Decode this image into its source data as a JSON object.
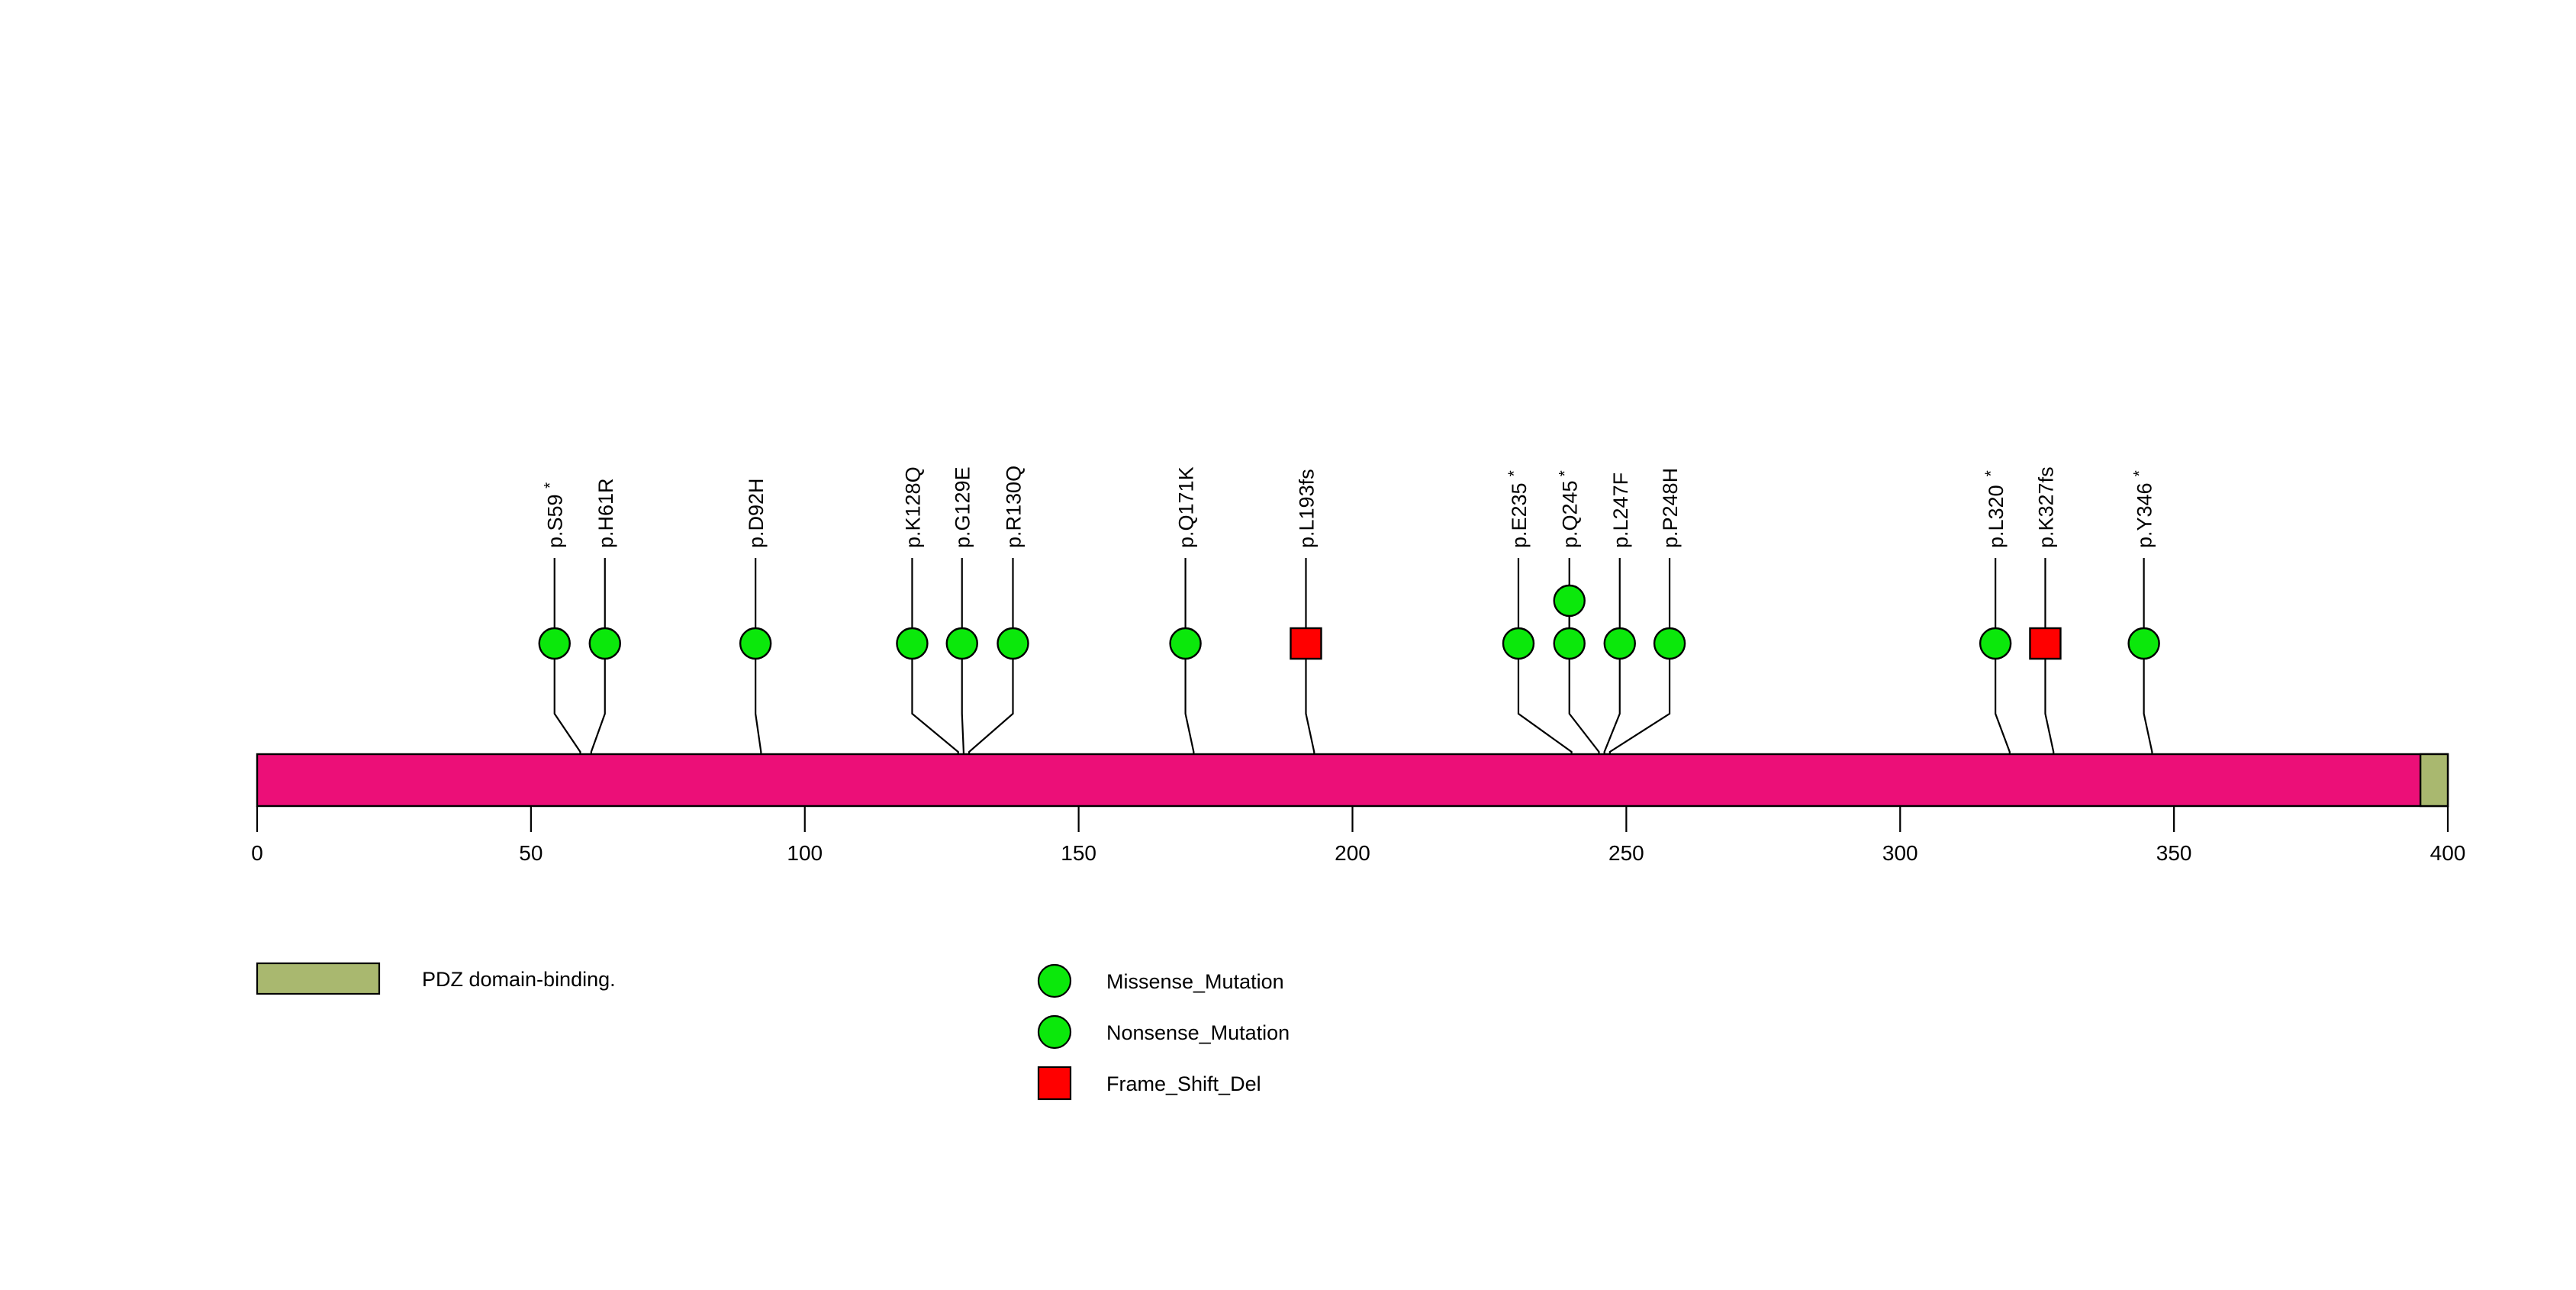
{
  "chart_data": {
    "type": "lollipop",
    "title": "",
    "xlabel": "",
    "ylabel": "",
    "xlim": [
      0,
      400
    ],
    "axis_ticks": [
      {
        "value": 0,
        "label": "0"
      },
      {
        "value": 50,
        "label": "50"
      },
      {
        "value": 100,
        "label": "100"
      },
      {
        "value": 150,
        "label": "150"
      },
      {
        "value": 200,
        "label": "200"
      },
      {
        "value": 250,
        "label": "250"
      },
      {
        "value": 300,
        "label": "300"
      },
      {
        "value": 350,
        "label": "350"
      },
      {
        "value": 400,
        "label": "400"
      }
    ],
    "protein": {
      "length": 400,
      "backbone_color": "#EC0F78",
      "border_color": "#000000"
    },
    "domains": [
      {
        "name": "PDZ domain-binding.",
        "start": 395,
        "end": 400,
        "color": "#A9B86F"
      }
    ],
    "mutation_types": [
      {
        "name": "Missense_Mutation",
        "shape": "circle",
        "color": "#0BE80B"
      },
      {
        "name": "Nonsense_Mutation",
        "shape": "circle",
        "color": "#0BE80B"
      },
      {
        "name": "Frame_Shift_Del",
        "shape": "square",
        "color": "#FF0000"
      }
    ],
    "mutations": [
      {
        "label": "p.S59",
        "star": true,
        "position": 59,
        "label_position": 54.3,
        "count": 1,
        "type": "Nonsense_Mutation",
        "shape": "circle",
        "color": "#0BE80B"
      },
      {
        "label": "p.H61R",
        "star": false,
        "position": 61,
        "label_position": 63.5,
        "count": 1,
        "type": "Missense_Mutation",
        "shape": "circle",
        "color": "#0BE80B"
      },
      {
        "label": "p.D92H",
        "star": false,
        "position": 92,
        "label_position": 91.0,
        "count": 1,
        "type": "Missense_Mutation",
        "shape": "circle",
        "color": "#0BE80B"
      },
      {
        "label": "p.K128Q",
        "star": false,
        "position": 128,
        "label_position": 119.6,
        "count": 1,
        "type": "Missense_Mutation",
        "shape": "circle",
        "color": "#0BE80B"
      },
      {
        "label": "p.G129E",
        "star": false,
        "position": 129,
        "label_position": 128.7,
        "count": 1,
        "type": "Missense_Mutation",
        "shape": "circle",
        "color": "#0BE80B"
      },
      {
        "label": "p.R130Q",
        "star": false,
        "position": 130,
        "label_position": 138.0,
        "count": 1,
        "type": "Missense_Mutation",
        "shape": "circle",
        "color": "#0BE80B"
      },
      {
        "label": "p.Q171K",
        "star": false,
        "position": 171,
        "label_position": 169.5,
        "count": 1,
        "type": "Missense_Mutation",
        "shape": "circle",
        "color": "#0BE80B"
      },
      {
        "label": "p.L193fs",
        "star": false,
        "position": 193,
        "label_position": 191.5,
        "count": 1,
        "type": "Frame_Shift_Del",
        "shape": "square",
        "color": "#FF0000"
      },
      {
        "label": "p.E235",
        "star": true,
        "position": 240,
        "label_position": 230.3,
        "count": 1,
        "type": "Nonsense_Mutation",
        "shape": "circle",
        "color": "#0BE80B"
      },
      {
        "label": "p.Q245",
        "star": true,
        "position": 245,
        "label_position": 239.6,
        "count": 2,
        "type": "Nonsense_Mutation",
        "shape": "circle",
        "color": "#0BE80B"
      },
      {
        "label": "p.L247F",
        "star": false,
        "position": 246,
        "label_position": 248.8,
        "count": 1,
        "type": "Missense_Mutation",
        "shape": "circle",
        "color": "#0BE80B"
      },
      {
        "label": "p.P248H",
        "star": false,
        "position": 247,
        "label_position": 257.9,
        "count": 1,
        "type": "Missense_Mutation",
        "shape": "circle",
        "color": "#0BE80B"
      },
      {
        "label": "p.L320",
        "star": true,
        "position": 320,
        "label_position": 317.4,
        "count": 1,
        "type": "Nonsense_Mutation",
        "shape": "circle",
        "color": "#0BE80B"
      },
      {
        "label": "p.K327fs",
        "star": false,
        "position": 328,
        "label_position": 326.5,
        "count": 1,
        "type": "Frame_Shift_Del",
        "shape": "square",
        "color": "#FF0000"
      },
      {
        "label": "p.Y346",
        "star": true,
        "position": 346,
        "label_position": 344.5,
        "count": 1,
        "type": "Nonsense_Mutation",
        "shape": "circle",
        "color": "#0BE80B"
      }
    ],
    "legend": {
      "domain_entries": [
        {
          "label": "PDZ domain-binding.",
          "color": "#A9B86F",
          "shape": "rect"
        }
      ],
      "mutation_entries": [
        {
          "label": "Missense_Mutation",
          "color": "#0BE80B",
          "shape": "circle"
        },
        {
          "label": "Nonsense_Mutation",
          "color": "#0BE80B",
          "shape": "circle"
        },
        {
          "label": "Frame_Shift_Del",
          "color": "#FF0000",
          "shape": "square"
        }
      ],
      "position": "bottom"
    },
    "grid": false
  }
}
